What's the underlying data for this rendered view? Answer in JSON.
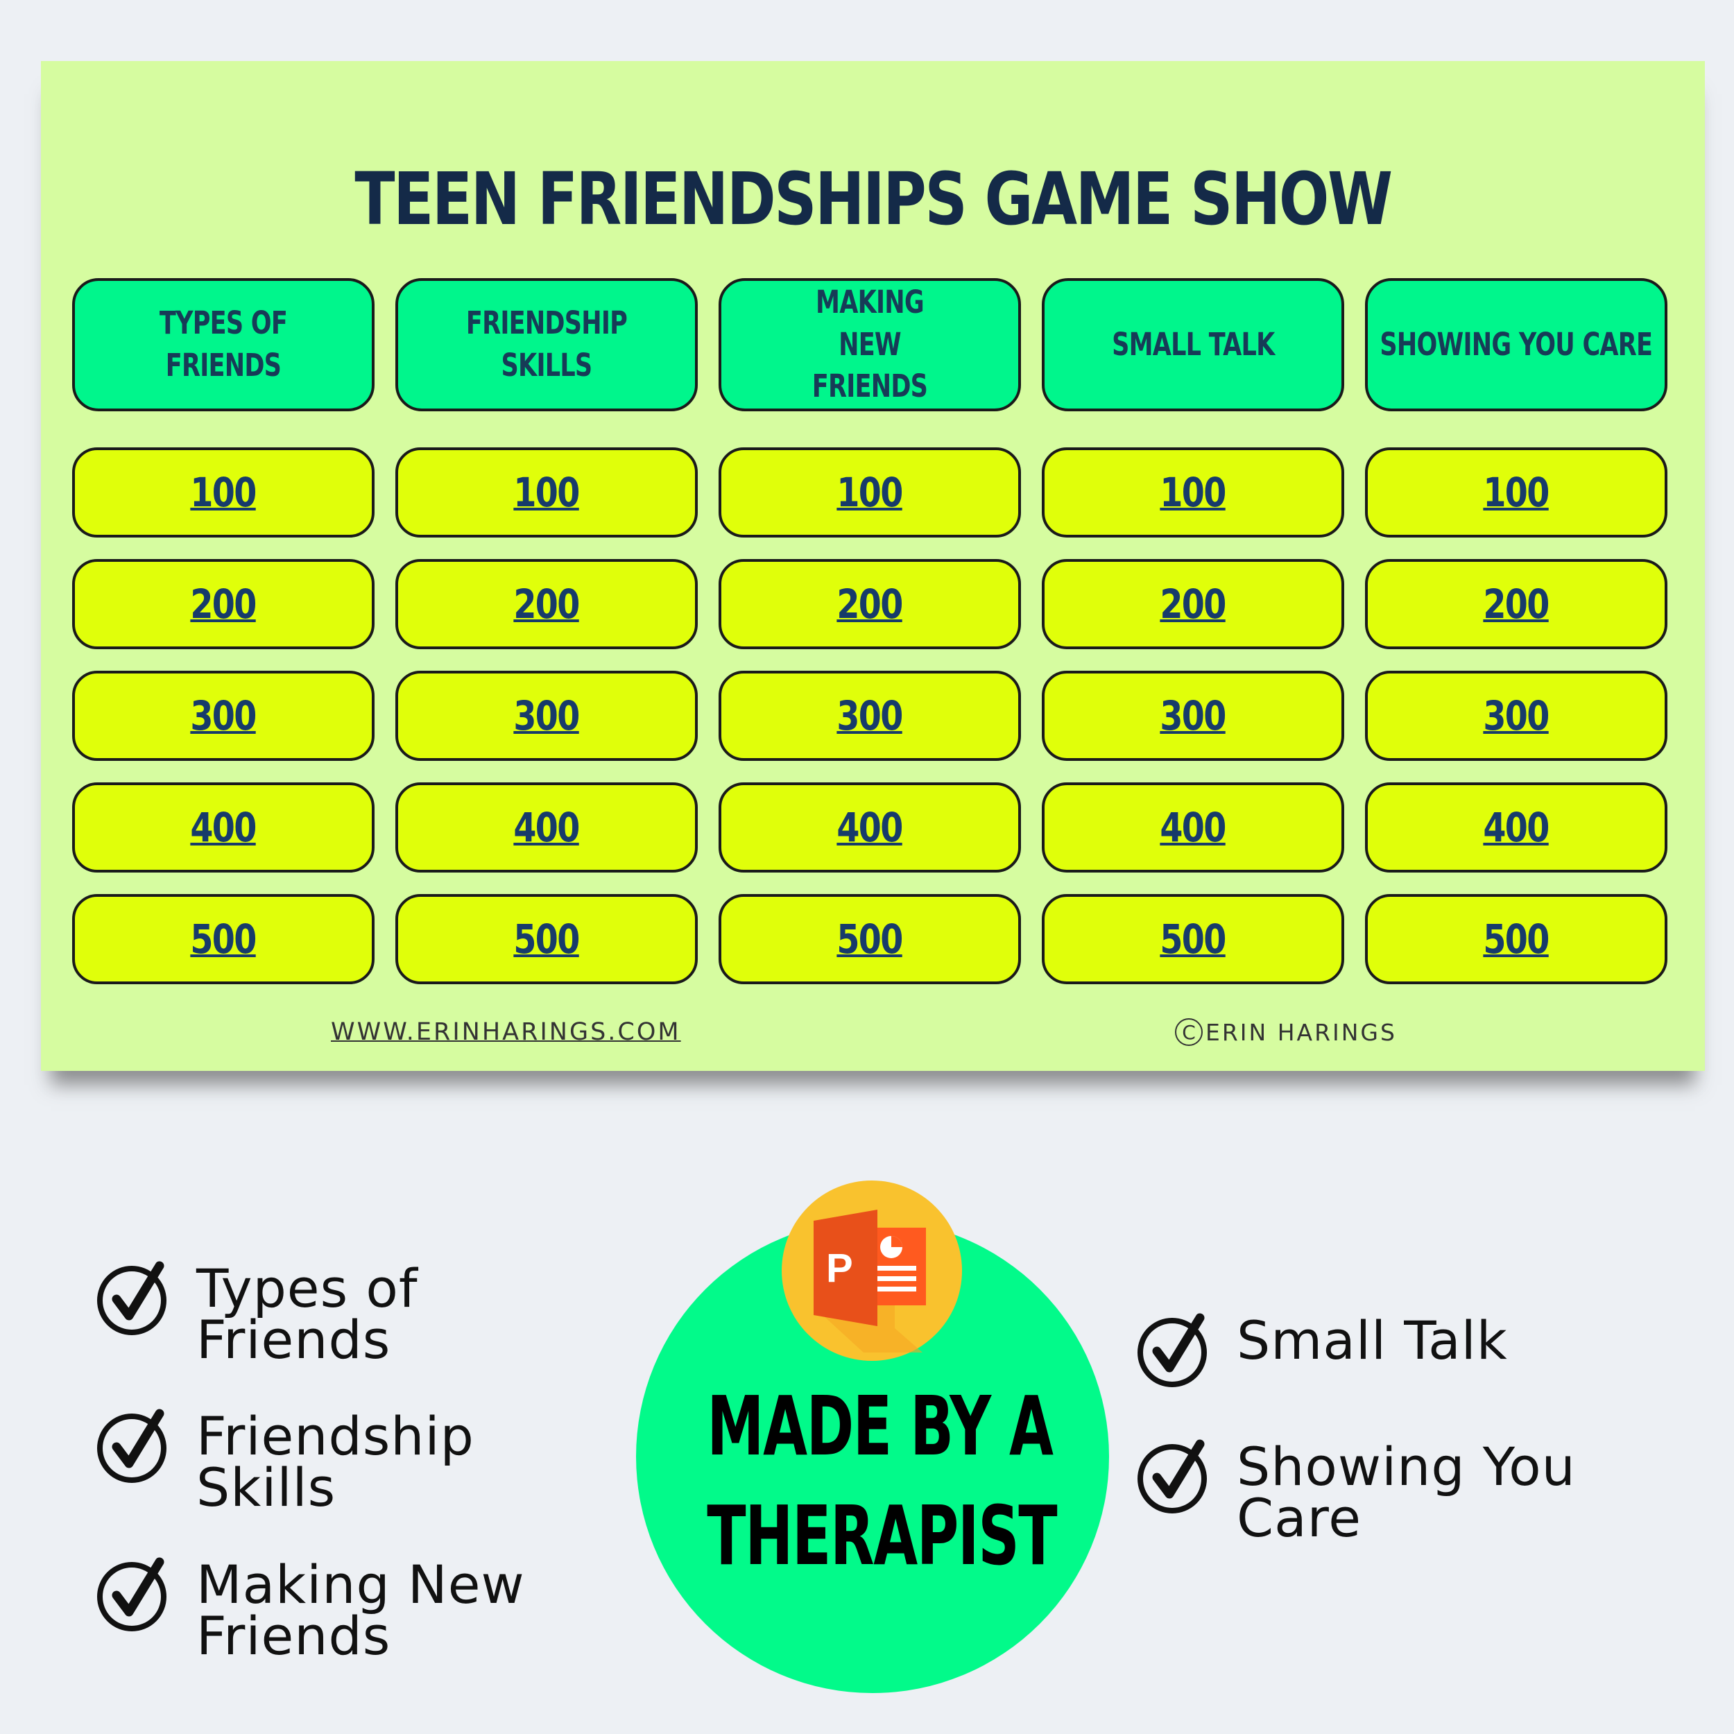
{
  "board": {
    "title": "TEEN FRIENDSHIPS GAME SHOW",
    "categories": [
      {
        "label": "TYPES OF FRIENDS",
        "values": [
          "100",
          "200",
          "300",
          "400",
          "500"
        ]
      },
      {
        "label": "FRIENDSHIP SKILLS",
        "values": [
          "100",
          "200",
          "300",
          "400",
          "500"
        ]
      },
      {
        "label": "MAKING NEW FRIENDS",
        "values": [
          "100",
          "200",
          "300",
          "400",
          "500"
        ]
      },
      {
        "label": "SMALL TALK",
        "values": [
          "100",
          "200",
          "300",
          "400",
          "500"
        ]
      },
      {
        "label": "SHOWING YOU CARE",
        "values": [
          "100",
          "200",
          "300",
          "400",
          "500"
        ]
      }
    ],
    "footer_link": "WWW.ERINHARINGS.COM",
    "copyright_symbol": "C",
    "copyright_name": "ERIN HARINGS"
  },
  "features": {
    "left": [
      "Types of Friends",
      "Friendship Skills",
      "Making New Friends"
    ],
    "right": [
      "Small Talk",
      "Showing You Care"
    ]
  },
  "badge": {
    "line1": "MADE BY A",
    "line2": "THERAPIST",
    "icon": "powerpoint-icon"
  },
  "colors": {
    "slide_bg": "#d6fca0",
    "category_bg": "#00f68c",
    "value_bg": "#e0ff0a",
    "title": "#142a48",
    "badge_bg": "#02fa8a",
    "page_bg": "#edf0f4"
  }
}
